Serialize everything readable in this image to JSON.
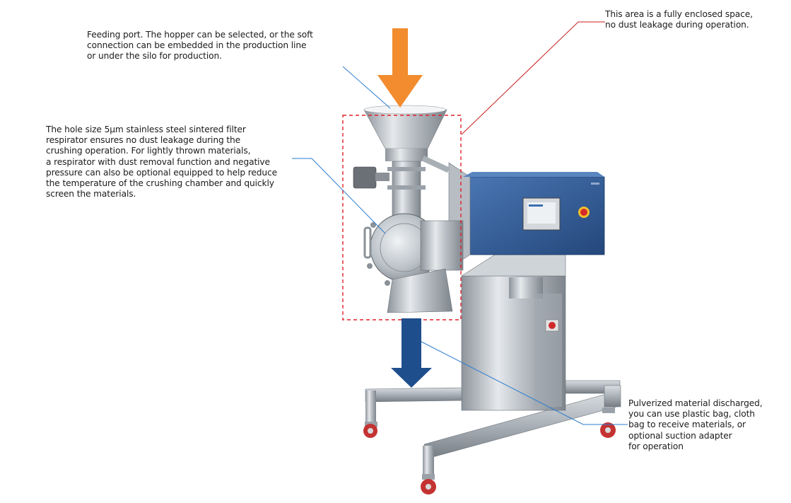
{
  "annotations": {
    "feeding_port": "Feeding port. The hopper can be selected, or the soft\nconnection can be embedded in the production line\nor under the silo for production.",
    "filter": "The hole size 5μm stainless steel sintered filter\nrespirator ensures no dust leakage during the\ncrushing operation. For lightly thrown materials,\na respirator with dust removal function and negative\npressure can also be optional equipped to help reduce\nthe temperature of the crushing chamber and quickly\nscreen the materials.",
    "enclosed_area": "This area is a fully enclosed space,\nno dust leakage during operation.",
    "discharge": "Pulverized material discharged,\nyou can use plastic bag, cloth\nbag to receive materials, or\noptional suction adapter\nfor operation"
  },
  "colors": {
    "feed_arrow": "#F28C2E",
    "discharge_arrow": "#1F4E8C",
    "enclosure_box": "#E0202A",
    "callout_line_blue": "#2A7BD0",
    "callout_line_red": "#C81E1E",
    "control_panel": "#2F5C9A",
    "stainless": "#B8BEC4"
  }
}
